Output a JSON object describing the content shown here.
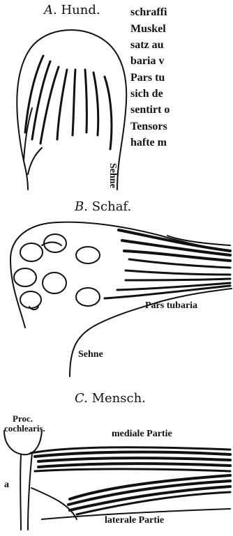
{
  "figures": {
    "a": {
      "letter": "A.",
      "title": "Hund.",
      "label_tendon": "Sehne"
    },
    "b": {
      "letter": "B.",
      "title": "Schaf.",
      "label_pars": "Pars tubaria",
      "label_tendon": "Sehne"
    },
    "c": {
      "letter": "C.",
      "title": "Mensch.",
      "label_proc_1": "Proc.",
      "label_proc_2": "cochlearis.",
      "label_medial": "mediale Partie",
      "label_lateral": "laterale Partie",
      "label_a": "a"
    }
  },
  "body_text": {
    "lines": [
      "schraffi",
      "Muskel",
      "satz au",
      "baria v",
      "Pars tu",
      "sich de",
      "sentirt o",
      "Tensors",
      "hafte m"
    ]
  }
}
